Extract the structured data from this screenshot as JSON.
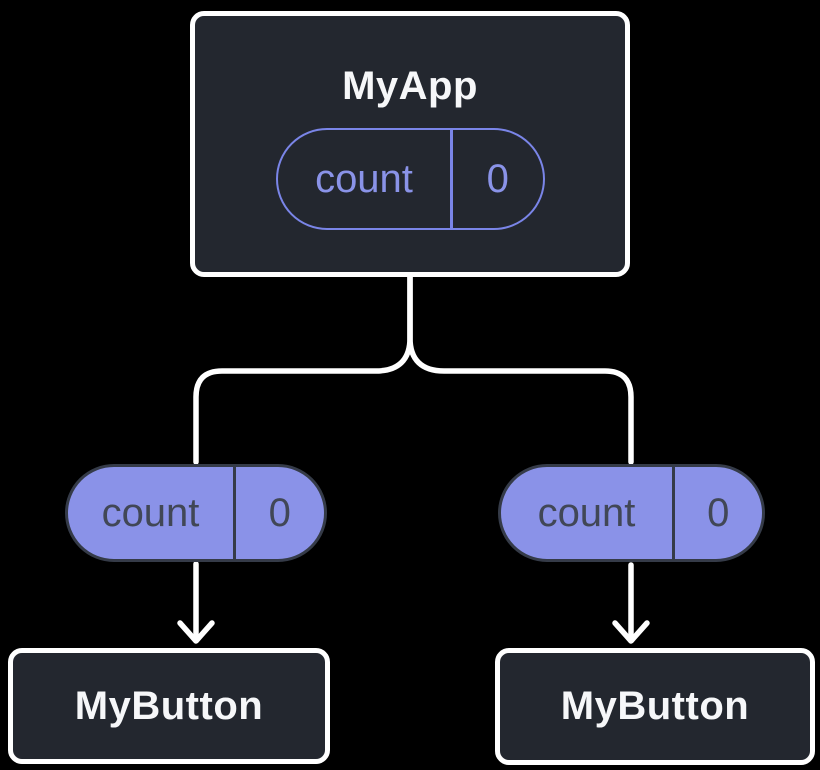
{
  "diagram": {
    "description": "component tree passing state down as props",
    "background": "#000000"
  },
  "colors": {
    "node_fill": "#23272f",
    "node_border": "#ffffff",
    "node_text": "#f6f7f9",
    "state_outline": "#7a85e8",
    "state_text": "#8a93e8",
    "prop_fill": "#8a92e8",
    "prop_border": "#353b48",
    "prop_text": "#414756",
    "wire": "#ffffff"
  },
  "app": {
    "title": "MyApp",
    "state": {
      "name": "count",
      "value": "0"
    }
  },
  "children": [
    {
      "title": "MyButton",
      "prop": {
        "name": "count",
        "value": "0"
      }
    },
    {
      "title": "MyButton",
      "prop": {
        "name": "count",
        "value": "0"
      }
    }
  ]
}
